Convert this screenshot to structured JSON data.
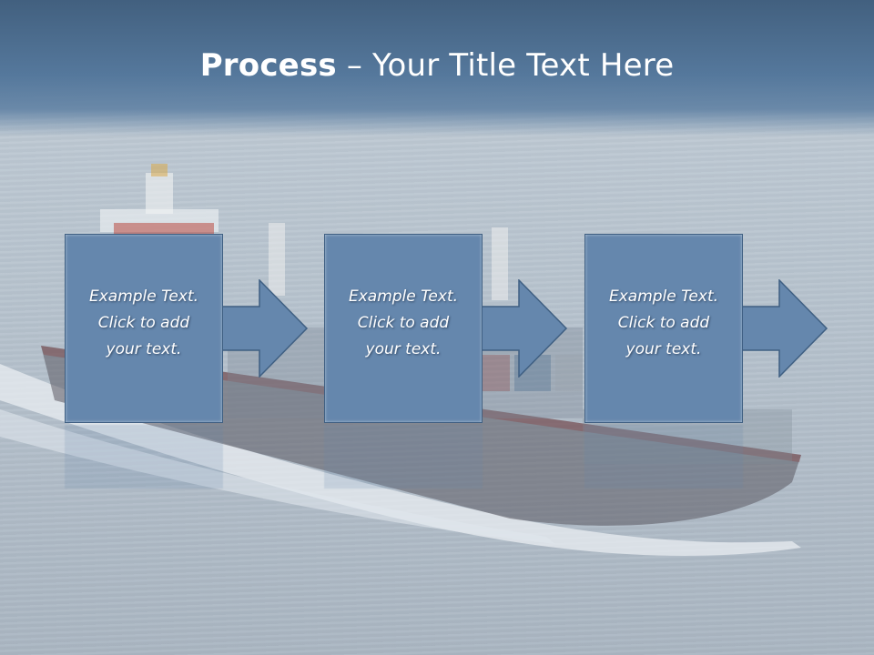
{
  "slide": {
    "title_bold": "Process",
    "title_rest": " – Your Title Text Here"
  },
  "steps": [
    {
      "text": "Example Text.\nClick  to add\nyour text."
    },
    {
      "text": "Example Text.\nClick  to add\nyour text."
    },
    {
      "text": "Example Text.\nClick  to add\nyour text."
    }
  ],
  "colors": {
    "title_band": "#55789c",
    "box_fill": "#6587ad",
    "box_border": "#3f5f82",
    "background": "#b8c4cf"
  }
}
